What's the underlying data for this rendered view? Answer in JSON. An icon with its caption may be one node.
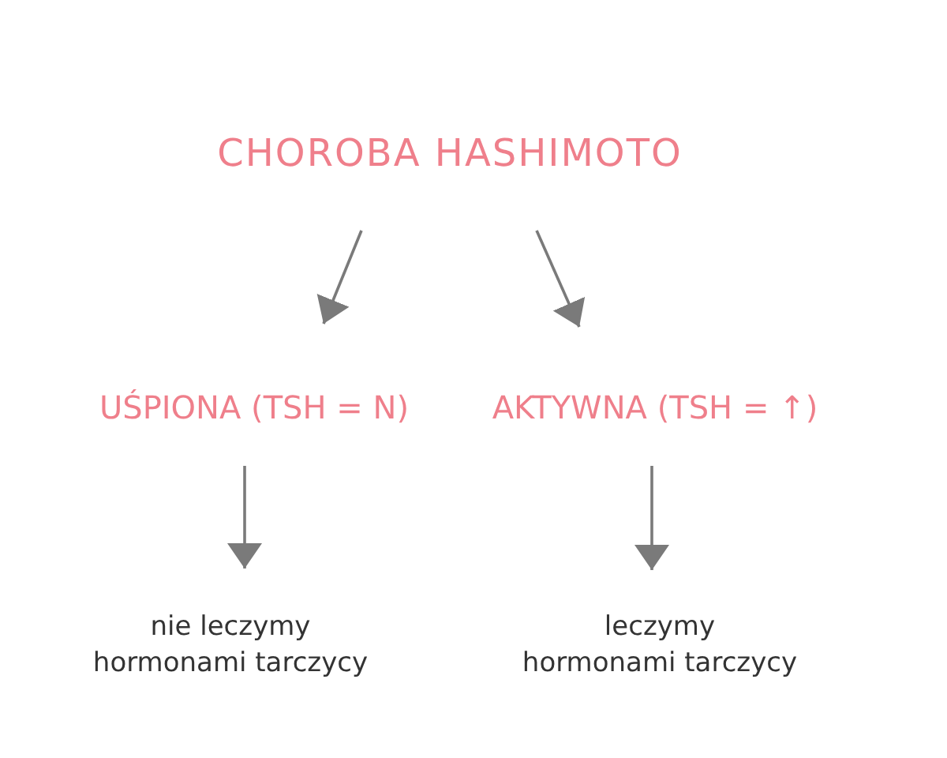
{
  "diagram": {
    "nodes": [
      {
        "text": [
          "CHOROBA HASHIMOTO"
        ]
      },
      {
        "text": [
          "UŚPIONA (TSH = N)"
        ]
      },
      {
        "text": [
          "AKTYWNA (TSH = ↑)"
        ]
      },
      {
        "text": [
          "nie leczymy hormonami tarczycy"
        ]
      },
      {
        "text": [
          "leczymy hormonami tarczycy"
        ]
      }
    ],
    "edges": [
      {
        "from": 0,
        "to": 1,
        "arrow": "to"
      },
      {
        "from": 0,
        "to": 2,
        "arrow": "to"
      },
      {
        "from": 1,
        "to": 3,
        "arrow": "to"
      },
      {
        "from": 2,
        "to": 4,
        "arrow": "to"
      }
    ]
  }
}
